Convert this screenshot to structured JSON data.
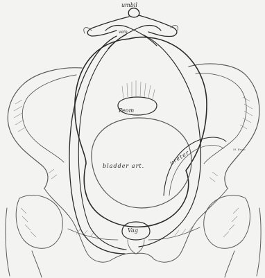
{
  "figure": {
    "labels": {
      "umbil": "umbil",
      "vein": "vein",
      "peom": "Peom",
      "bladder": "bladder art.",
      "ureter": "ureter",
      "vag": "Vag",
      "signature": "M. Brom"
    },
    "colors": {
      "paper": "#f3f3f1",
      "ink": "#2a2a2a"
    }
  }
}
